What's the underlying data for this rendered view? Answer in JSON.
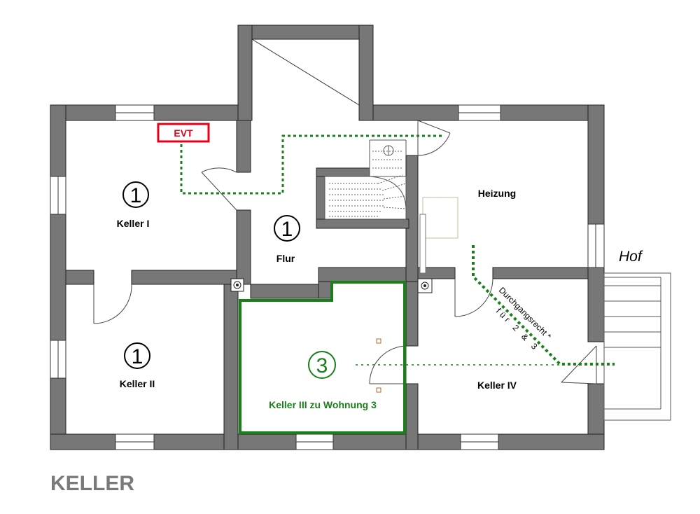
{
  "plan": {
    "title": "KELLER",
    "outside": "Hof",
    "evt": "EVT",
    "rooms": [
      {
        "key": "keller1",
        "number": "1",
        "name": "Keller I"
      },
      {
        "key": "keller2",
        "number": "1",
        "name": "Keller II"
      },
      {
        "key": "flur",
        "number": "1",
        "name": "Flur"
      },
      {
        "key": "keller3",
        "number": "3",
        "name": "Keller III zu Wohnung 3"
      },
      {
        "key": "heizung",
        "number": "",
        "name": "Heizung"
      },
      {
        "key": "keller4",
        "number": "",
        "name": "Keller IV"
      }
    ],
    "right_of_way": {
      "line1": "Durchgangsrecht *",
      "line2": "für 2 & 3"
    },
    "colors": {
      "wall": "#777777",
      "green": "#1a7f1a",
      "red": "#e3001b",
      "title": "#7a7a7a"
    }
  }
}
